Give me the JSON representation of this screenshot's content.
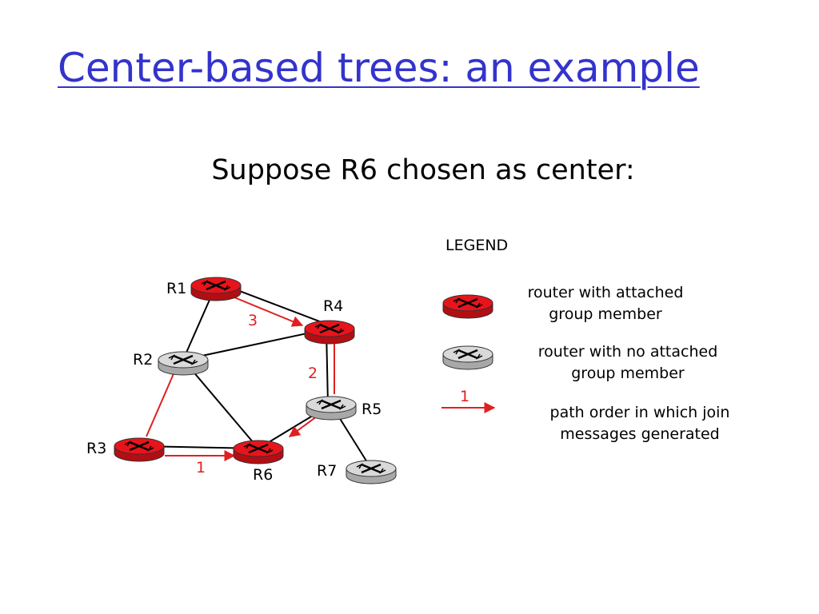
{
  "slide": {
    "title": "Center-based trees: an example",
    "subtitle": "Suppose R6 chosen as center:"
  },
  "colors": {
    "title": "#3333cc",
    "member_router": "#e8141b",
    "nonmember_router": "#d9d9d9",
    "join_path": "#e02020",
    "link": "#000000"
  },
  "routers": [
    {
      "id": "R1",
      "label": "R1",
      "member": true
    },
    {
      "id": "R2",
      "label": "R2",
      "member": false
    },
    {
      "id": "R3",
      "label": "R3",
      "member": true
    },
    {
      "id": "R4",
      "label": "R4",
      "member": true
    },
    {
      "id": "R5",
      "label": "R5",
      "member": false
    },
    {
      "id": "R6",
      "label": "R6",
      "member": true
    },
    {
      "id": "R7",
      "label": "R7",
      "member": false
    }
  ],
  "links": [
    [
      "R1",
      "R2"
    ],
    [
      "R1",
      "R4"
    ],
    [
      "R2",
      "R4"
    ],
    [
      "R2",
      "R6"
    ],
    [
      "R3",
      "R6"
    ],
    [
      "R4",
      "R5"
    ],
    [
      "R5",
      "R6"
    ],
    [
      "R5",
      "R7"
    ]
  ],
  "join_paths": [
    {
      "order": "1",
      "from": "R3",
      "to": "R6"
    },
    {
      "order": "2",
      "from": "R4",
      "to": "R6",
      "via": "R5"
    },
    {
      "order": "3",
      "from": "R1",
      "to": "R4"
    },
    {
      "order": "",
      "from": "R3",
      "to": "R2"
    }
  ],
  "legend": {
    "heading": "LEGEND",
    "member_router": "router with attached\ngroup member",
    "nonmember_router": "router with no attached\ngroup member",
    "path_sample_label": "1",
    "path_order": "path order in which join\nmessages generated"
  }
}
